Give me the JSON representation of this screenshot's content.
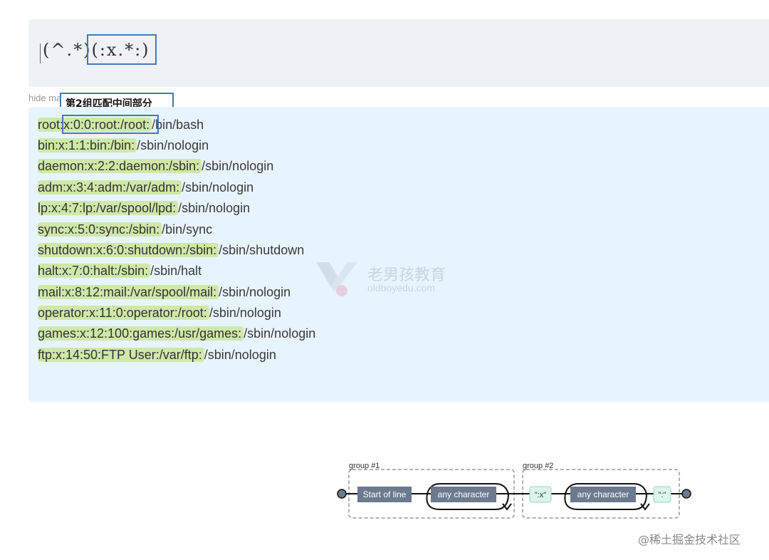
{
  "regex": {
    "caret": "|",
    "expression": "(^.*)(:x.*:)"
  },
  "hide_matches": "hide matches",
  "annotation": "第2组匹配中间部分",
  "results": [
    {
      "match": "root:x:0:0:root:/root:",
      "rest": "/bin/bash"
    },
    {
      "match": "bin:x:1:1:bin:/bin:",
      "rest": "/sbin/nologin"
    },
    {
      "match": "daemon:x:2:2:daemon:/sbin:",
      "rest": "/sbin/nologin"
    },
    {
      "match": "adm:x:3:4:adm:/var/adm:",
      "rest": "/sbin/nologin"
    },
    {
      "match": "lp:x:4:7:lp:/var/spool/lpd:",
      "rest": "/sbin/nologin"
    },
    {
      "match": "sync:x:5:0:sync:/sbin:",
      "rest": "/bin/sync"
    },
    {
      "match": "shutdown:x:6:0:shutdown:/sbin:",
      "rest": "/sbin/shutdown"
    },
    {
      "match": "halt:x:7:0:halt:/sbin:",
      "rest": "/sbin/halt"
    },
    {
      "match": "mail:x:8:12:mail:/var/spool/mail:",
      "rest": "/sbin/nologin"
    },
    {
      "match": "operator:x:11:0:operator:/root:",
      "rest": "/sbin/nologin"
    },
    {
      "match": "games:x:12:100:games:/usr/games:",
      "rest": "/sbin/nologin"
    },
    {
      "match": "ftp:x:14:50:FTP User:/var/ftp:",
      "rest": "/sbin/nologin"
    }
  ],
  "watermark": {
    "name_cn": "老男孩教育",
    "domain": "oldboyedu.com"
  },
  "diagram": {
    "group1_label": "group #1",
    "group2_label": "group #2",
    "start_of_line": "Start of line",
    "any_character_1": "any character",
    "literal_x": "\":x\"",
    "any_character_2": "any character",
    "literal_colon": "\":\""
  },
  "footer_brand": "@稀土掘金技术社区",
  "colors": {
    "match_highlight": "#cfe8a8",
    "annotation_border": "#4a77b3",
    "node_dark": "#6b7a8f",
    "literal_bg": "#dbf5ec"
  }
}
